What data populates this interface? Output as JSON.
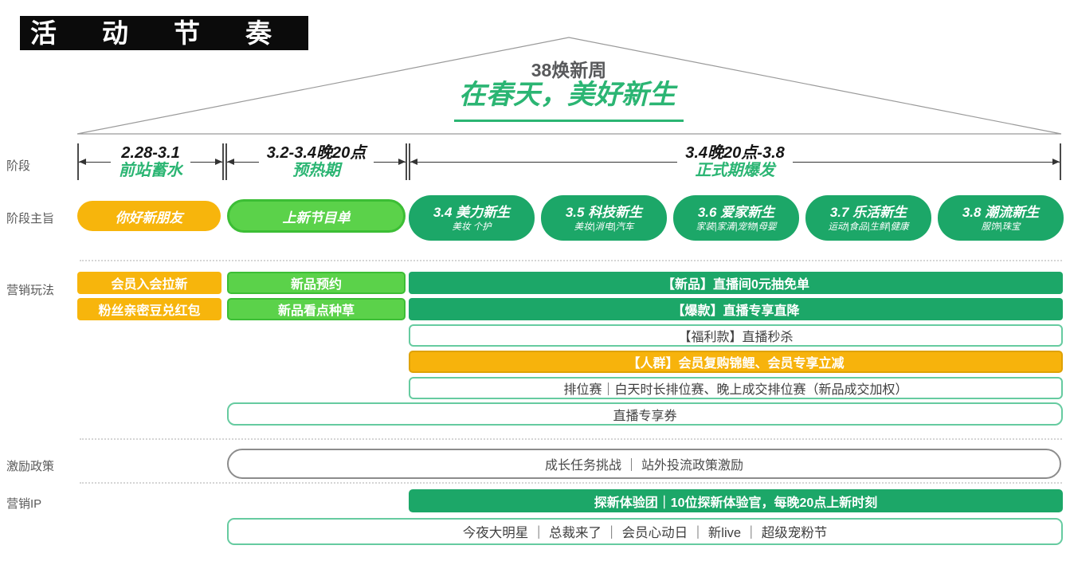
{
  "page": {
    "title": "活动节奏"
  },
  "banner": {
    "title": "38焕新周",
    "headline": "在春天，美好新生"
  },
  "colors": {
    "brand_green": "#2BB573",
    "jade_green": "#1CA768",
    "lime_green": "#5BD24A",
    "lime_border": "#3CBE35",
    "gold_yellow": "#F7B50C",
    "mint_border": "#66CBA0",
    "gray_border": "#8C8C8C"
  },
  "phase_row": {
    "label": "阶段",
    "phases": [
      {
        "date": "2.28-3.1",
        "name": "前站蓄水"
      },
      {
        "date": "3.2-3.4晚20点",
        "name": "预热期"
      },
      {
        "date": "3.4晚20点-3.8",
        "name": "正式期爆发"
      }
    ]
  },
  "theme_row": {
    "label": "阶段主旨",
    "pills": [
      {
        "text": "你好新朋友"
      },
      {
        "text": "上新节目单"
      }
    ],
    "days": [
      {
        "title": "3.4 美力新生",
        "sub": "美妆 个护"
      },
      {
        "title": "3.5 科技新生",
        "sub": "美妆|消电|汽车"
      },
      {
        "title": "3.6 爱家新生",
        "sub": "家装|家清|宠物|母婴"
      },
      {
        "title": "3.7 乐活新生",
        "sub": "运动|食品|生鲜|健康"
      },
      {
        "title": "3.8 潮流新生",
        "sub": "服饰|珠宝"
      }
    ]
  },
  "tactics": {
    "label": "营销玩法",
    "audience": [
      "会员入会拉新",
      "粉丝亲密豆兑红包"
    ],
    "preheat": [
      "新品预约",
      "新品看点种草"
    ],
    "formal": [
      "【新品】直播间0元抽免单",
      "【爆款】直播专享直降",
      "【福利款】直播秒杀",
      "【人群】会员复购锦鲤、会员专享立减",
      "排位赛｜白天时长排位赛、晚上成交排位赛（新品成交加权）"
    ],
    "coupon": "直播专享券"
  },
  "incentive": {
    "label": "激励政策",
    "bar": "成长任务挑战 ｜ 站外投流政策激励"
  },
  "marketing_ip": {
    "label": "营销IP",
    "bars": [
      "探新体验团｜10位探新体验官，每晚20点上新时刻",
      "今夜大明星 ｜ 总裁来了 ｜ 会员心动日 ｜ 新live ｜ 超级宠粉节"
    ]
  }
}
